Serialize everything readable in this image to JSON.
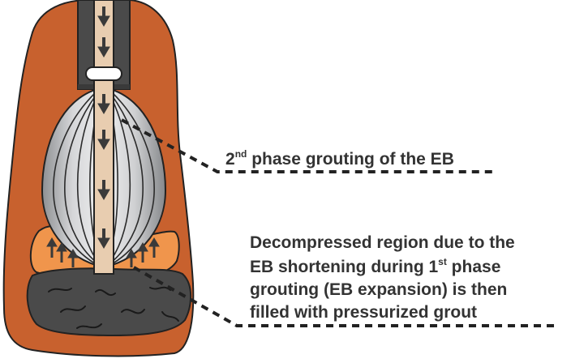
{
  "labels": {
    "phase2": {
      "prefix": "2",
      "sup": "nd",
      "rest": " phase grouting of the EB"
    },
    "decompressed": {
      "line1": "Decompressed region due to the",
      "line2_prefix": "EB shortening during 1",
      "line2_sup": "st",
      "line2_rest": " phase",
      "line3": "grouting (EB expansion) is then",
      "line4": "filled with pressurized grout"
    }
  },
  "colors": {
    "soil": "#c8612e",
    "decompressed_region": "#f0954c",
    "grout": "#4a4a4a",
    "pipe": "#e8cdb0",
    "casing": "#4a4a4a",
    "bag": "#bcbdbf",
    "outline": "#222222",
    "text": "#333333"
  }
}
